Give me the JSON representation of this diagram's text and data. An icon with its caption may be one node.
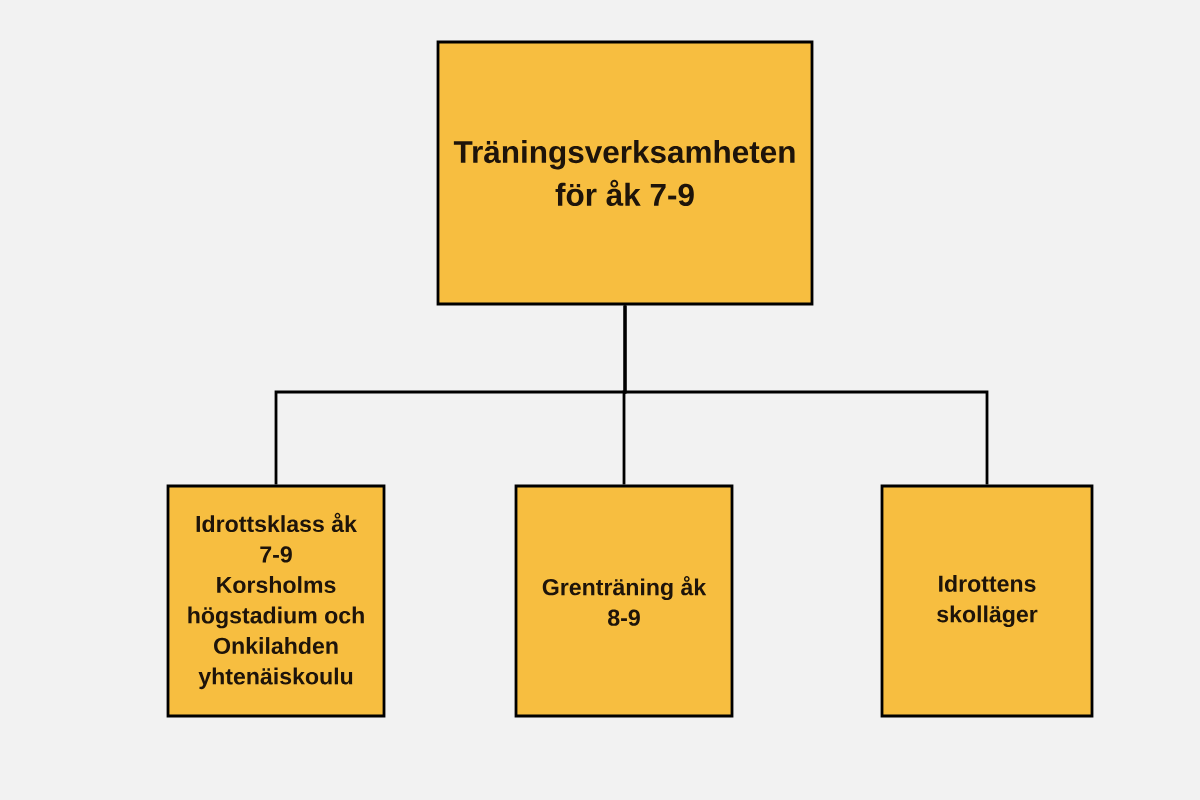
{
  "diagram": {
    "nodes": [
      {
        "text": [
          "Träningsverksamheten för åk 7-9"
        ]
      },
      {
        "text": [
          "Idrottsklass åk 7-9",
          "Korsholms högstadium och Onkilahden yhtenäiskoulu"
        ]
      },
      {
        "text": [
          "Grenträning åk 8-9"
        ]
      },
      {
        "text": [
          "Idrottens skolläger"
        ]
      }
    ],
    "edges": [
      {
        "from": 0,
        "to": 1,
        "arrow": "none"
      },
      {
        "from": 0,
        "to": 2,
        "arrow": "none"
      },
      {
        "from": 0,
        "to": 3,
        "arrow": "none"
      }
    ]
  }
}
